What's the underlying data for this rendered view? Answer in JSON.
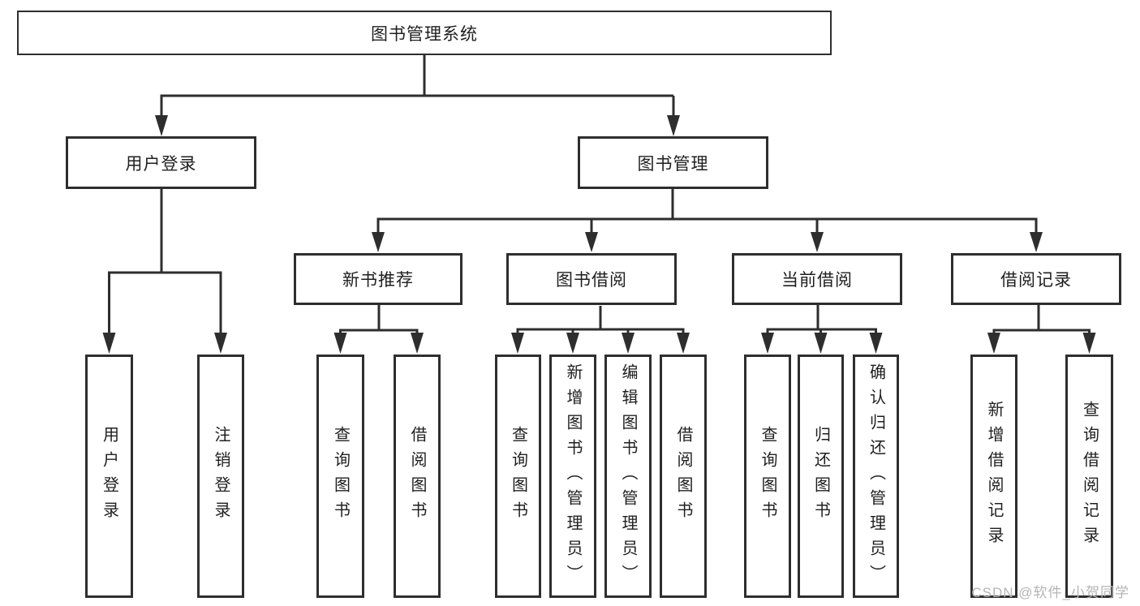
{
  "title": "图书管理系统",
  "branches": [
    {
      "label": "用户登录",
      "children": [
        {
          "label": "用户登录"
        },
        {
          "label": "注销登录"
        }
      ]
    },
    {
      "label": "图书管理",
      "children": [
        {
          "label": "新书推荐",
          "children": [
            {
              "label": "查询图书"
            },
            {
              "label": "借阅图书"
            }
          ]
        },
        {
          "label": "图书借阅",
          "children": [
            {
              "label": "查询图书"
            },
            {
              "label": "新增图书（管理员）"
            },
            {
              "label": "编辑图书（管理员）"
            },
            {
              "label": "借阅图书"
            }
          ]
        },
        {
          "label": "当前借阅",
          "children": [
            {
              "label": "查询图书"
            },
            {
              "label": "归还图书"
            },
            {
              "label": "确认归还（管理员）"
            }
          ]
        },
        {
          "label": "借阅记录",
          "children": [
            {
              "label": "新增借阅记录"
            },
            {
              "label": "查询借阅记录"
            }
          ]
        }
      ]
    }
  ],
  "watermark": "CSDN @软件_小贺同学",
  "colors": {
    "line": "#2e2e2e",
    "text": "#1f1f1f",
    "watermark": "#b4b4b4"
  }
}
